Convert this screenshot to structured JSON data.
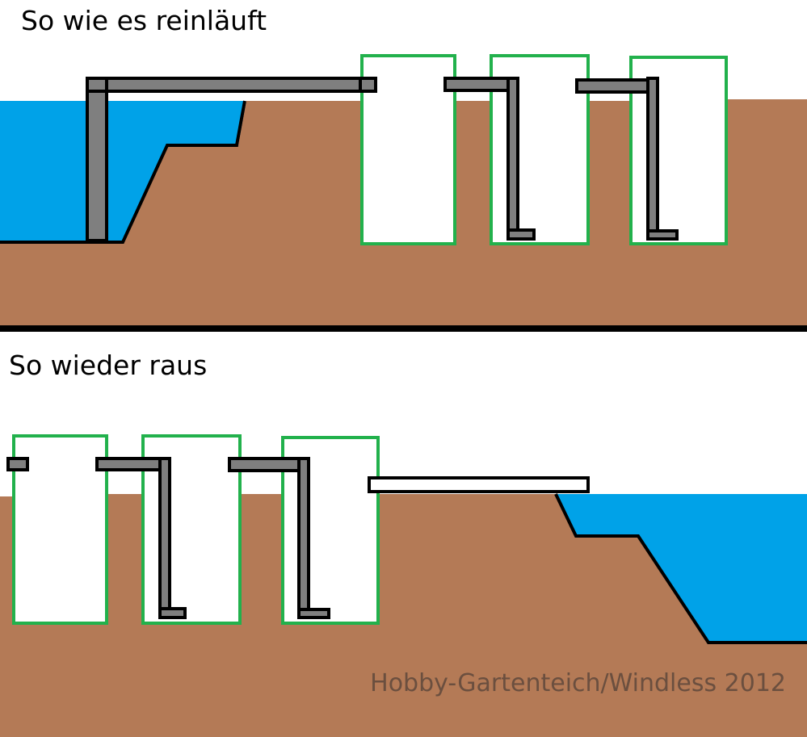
{
  "panels": {
    "top": {
      "title": "So wie es reinläuft"
    },
    "bottom": {
      "title": "So wieder raus"
    }
  },
  "credit": "Hobby-Gartenteich/Windless 2012",
  "colors": {
    "soil": "#b47a56",
    "water": "#00a2e8",
    "chamber_outline": "#22b14c",
    "pipe_fill": "#7f7f7f",
    "outline": "#000000",
    "background": "#ffffff",
    "credit_text": "#6b4f3f"
  }
}
